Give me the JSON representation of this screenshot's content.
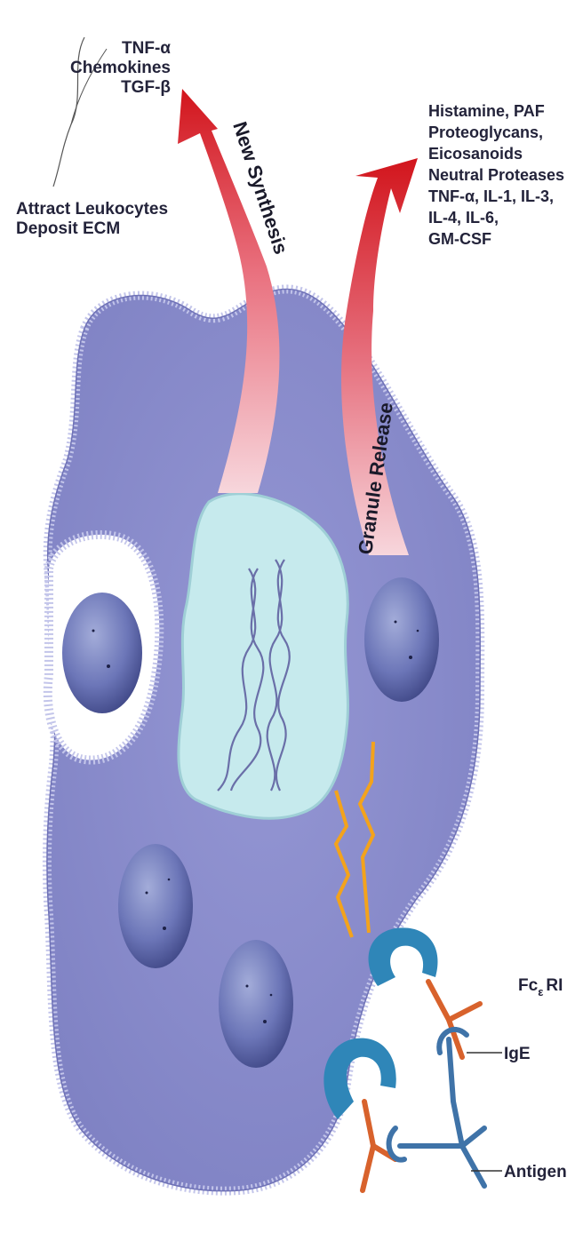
{
  "new_synthesis": {
    "arrow_label": "New Synthesis",
    "products": [
      "TNF-α",
      "Chemokines",
      "TGF-β"
    ],
    "effects": [
      "Attract Leukocytes",
      "Deposit ECM"
    ]
  },
  "granule_release": {
    "arrow_label": "Granule Release",
    "products": [
      "Histamine, PAF",
      "Proteoglycans,",
      "Eicosanoids",
      "Neutral Proteases",
      "TNF-α, IL-1, IL-3,",
      "IL-4, IL-6,",
      "GM-CSF"
    ]
  },
  "receptor_labels": {
    "fc_prefix": "Fc",
    "fc_sub": "ε",
    "fc_suffix": "RI",
    "ige": "IgE",
    "antigen": "Antigen"
  },
  "colors": {
    "cell_body": "#8a8ccb",
    "cell_edge": "#b9bbe6",
    "nucleus": "#bfe6ea",
    "granule": "#5e6aac",
    "arrow_top": "#d7161c",
    "arrow_bottom": "#f3c6cf",
    "receptor": "#2f86b8",
    "ige_chain": "#d8622c",
    "signal": "#f3a31c",
    "antigen": "#3f73a8"
  }
}
